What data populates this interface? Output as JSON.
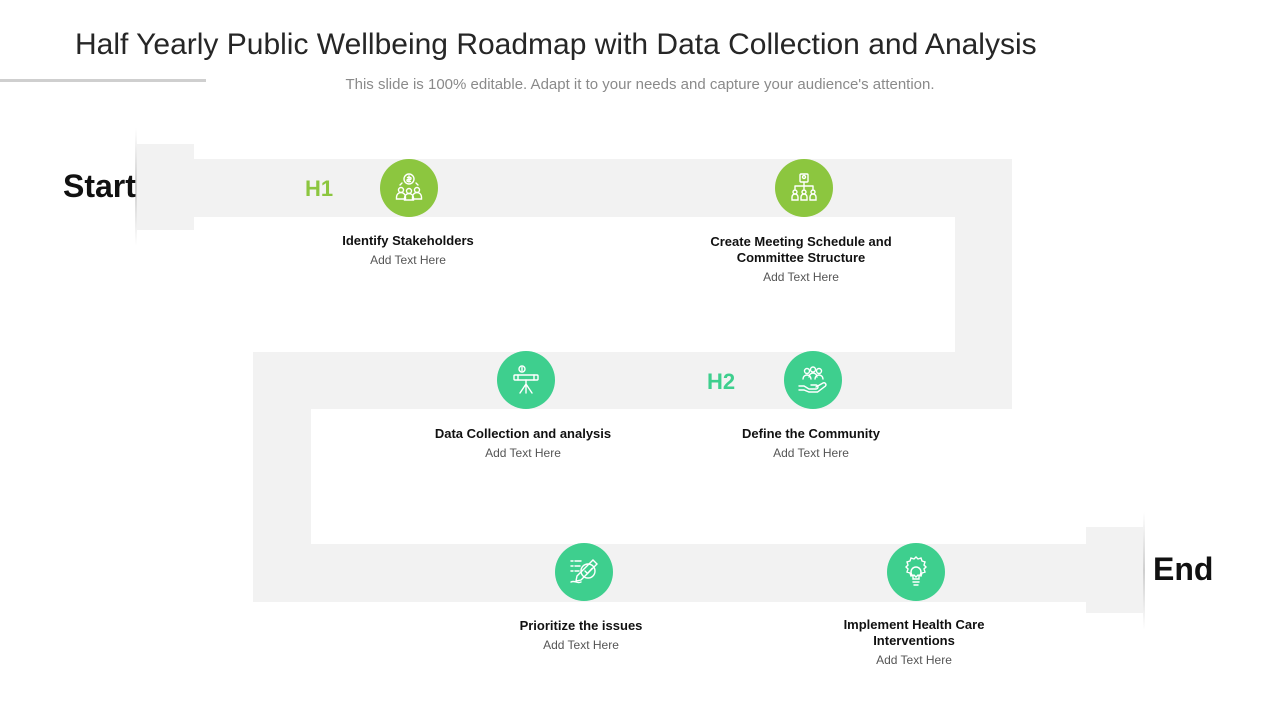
{
  "header": {
    "title": "Half Yearly Public Wellbeing Roadmap with Data Collection and Analysis",
    "subtitle": "This slide is 100% editable. Adapt it to your needs and capture your audience's attention."
  },
  "roadmap": {
    "start_label": "Start",
    "end_label": "End",
    "half_labels": {
      "h1": "H1",
      "h2": "H2"
    },
    "colors": {
      "h1_accent": "#8cc63f",
      "h2_accent": "#3ecf8e",
      "track": "#f2f2f2"
    },
    "steps": [
      {
        "title": "Identify Stakeholders",
        "desc": "Add Text Here",
        "icon": "stakeholders-dollar-icon"
      },
      {
        "title": "Create Meeting Schedule and Committee Structure",
        "desc": "Add Text Here",
        "icon": "org-chart-icon"
      },
      {
        "title": "Define the Community",
        "desc": "Add Text Here",
        "icon": "hand-community-icon"
      },
      {
        "title": "Data Collection and analysis",
        "desc": "Add Text Here",
        "icon": "telescope-icon"
      },
      {
        "title": "Prioritize the issues",
        "desc": "Add Text Here",
        "icon": "checklist-pencil-icon"
      },
      {
        "title": "Implement Health Care Interventions",
        "desc": "Add Text Here",
        "icon": "lightbulb-gear-icon"
      }
    ]
  }
}
